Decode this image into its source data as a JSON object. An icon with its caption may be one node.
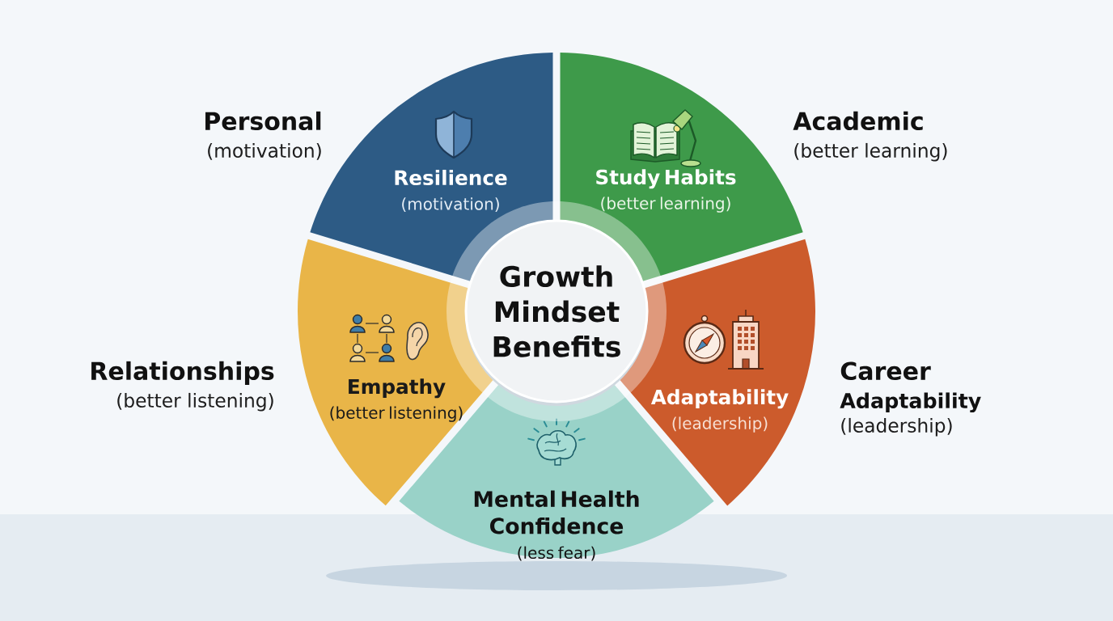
{
  "diagram": {
    "nodes": [
      {
        "text": [
          "Resilience",
          "(motivation)"
        ],
        "beside": [
          "Personal",
          "(motivation)"
        ]
      },
      {
        "text": [
          "Study Habits",
          "(better learning)"
        ],
        "beside": [
          "Academic",
          "(better learning)"
        ]
      },
      {
        "text": [
          "Growth Mindset Benefits"
        ]
      },
      {
        "text": [
          "Empathy",
          "(better listening)"
        ],
        "beside": [
          "Relationships",
          "(better listening)"
        ]
      },
      {
        "text": [
          "Adaptability",
          "(leadership)"
        ],
        "beside": [
          "Career",
          "Adaptability",
          "(leadership)"
        ]
      },
      {
        "text": [
          "Mental Health Confidence",
          "(less fear)"
        ]
      }
    ]
  }
}
